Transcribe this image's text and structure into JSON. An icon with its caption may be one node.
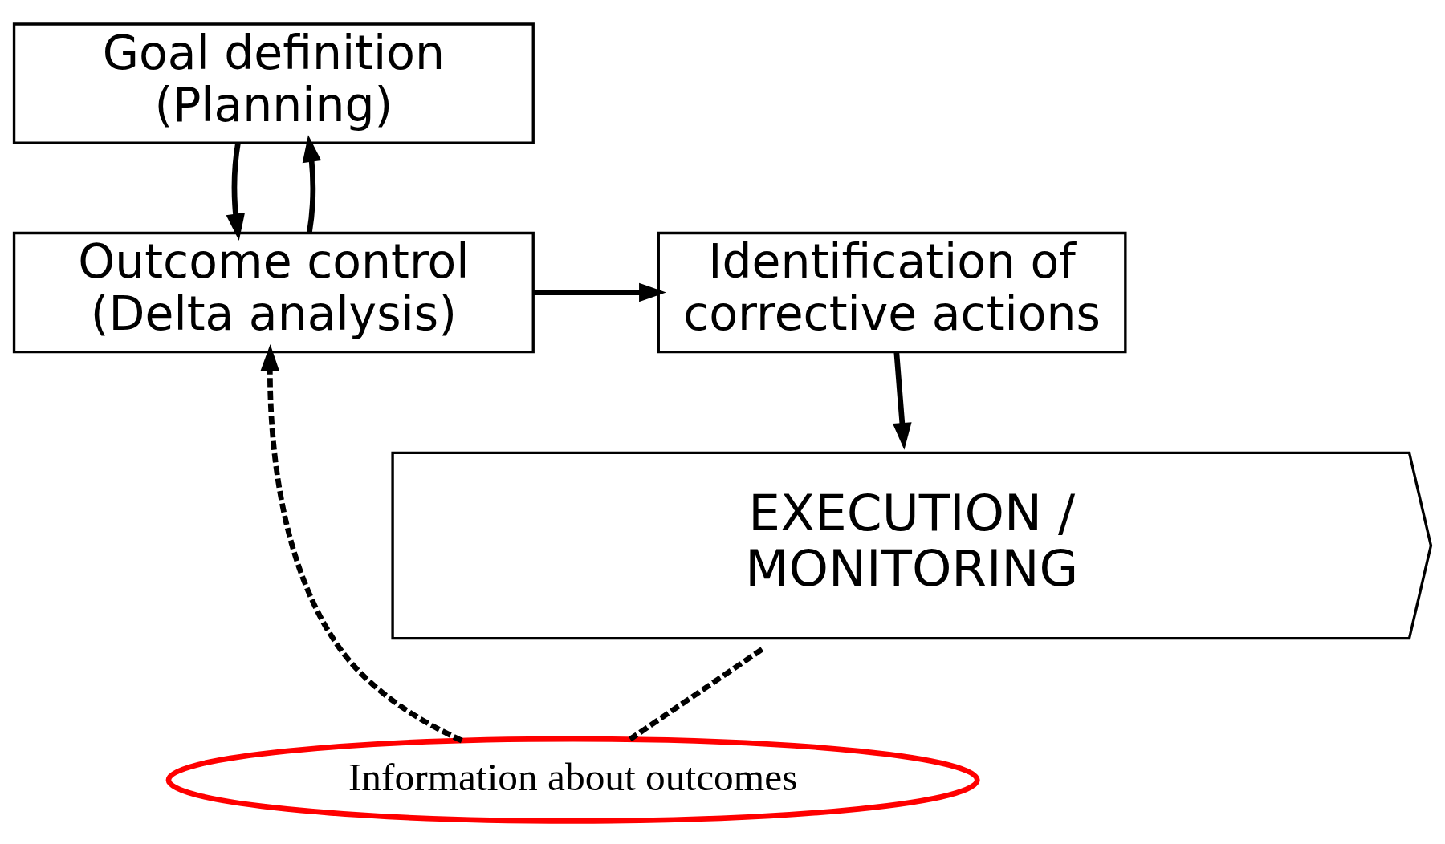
{
  "diagram": {
    "nodes": [
      {
        "text": [
          "Goal definition (Planning)"
        ]
      },
      {
        "text": [
          "Outcome control (Delta analysis)"
        ]
      },
      {
        "text": [
          "Identification of corrective actions"
        ]
      },
      {
        "text": [
          "EXECUTION / MONITORING"
        ]
      },
      {
        "text": [
          "Information about outcomes"
        ]
      }
    ],
    "edges": [
      {
        "from": 0,
        "to": 1,
        "arrow": "to"
      },
      {
        "from": 1,
        "to": 0,
        "arrow": "to"
      },
      {
        "from": 1,
        "to": 2,
        "arrow": "to"
      },
      {
        "from": 2,
        "to": 3,
        "arrow": "to"
      },
      {
        "from": 3,
        "to": 4,
        "arrow": "none",
        "style": "dashed"
      },
      {
        "from": 4,
        "to": 1,
        "arrow": "to",
        "style": "dashed"
      }
    ]
  }
}
